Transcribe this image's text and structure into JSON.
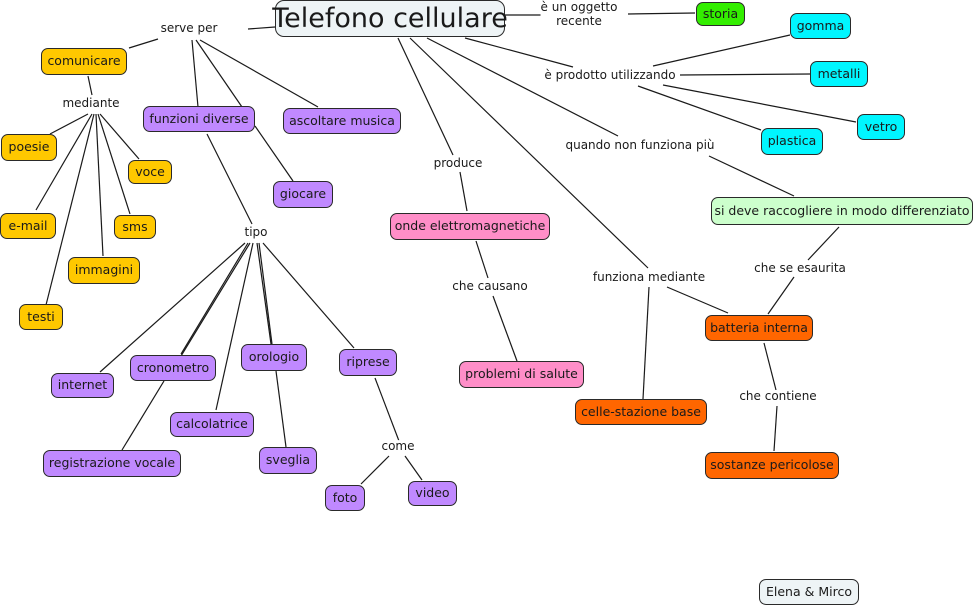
{
  "title": "Telefono cellulare",
  "colors": {
    "root": "#eef4f6",
    "yellow": "#ffc800",
    "purple": "#c089ff",
    "green": "#33ee00",
    "cyan": "#00f6ff",
    "pink": "#ff8ec8",
    "lightgreen": "#ccffcc",
    "orange": "#ff6600"
  },
  "nodes": {
    "root": "Telefono cellulare",
    "storia": "storia",
    "comunicare": "comunicare",
    "poesie": "poesie",
    "voce": "voce",
    "email": "e-mail",
    "sms": "sms",
    "immagini": "immagini",
    "testi": "testi",
    "funzioni_diverse": "funzioni diverse",
    "ascoltare_musica": "ascoltare musica",
    "giocare": "giocare",
    "internet": "internet",
    "cronometro": "cronometro",
    "orologio": "orologio",
    "riprese": "riprese",
    "calcolatrice": "calcolatrice",
    "registrazione_vocale": "registrazione vocale",
    "sveglia": "sveglia",
    "foto": "foto",
    "video": "video",
    "onde": "onde elettromagnetiche",
    "problemi": "problemi di salute",
    "gomma": "gomma",
    "metalli": "metalli",
    "vetro": "vetro",
    "plastica": "plastica",
    "raccogliere": "si deve raccogliere in modo differenziato",
    "batteria": "batteria interna",
    "celle": "celle-stazione base",
    "sostanze": "sostanze pericolose",
    "credit": "Elena & Mirco"
  },
  "links": {
    "serve_per": "serve per",
    "oggetto_recente": "è un oggetto\nrecente",
    "mediante": "mediante",
    "tipo": "tipo",
    "come": "come",
    "produce": "produce",
    "che_causano": "che causano",
    "prodotto_utilizzando": "è prodotto utilizzando",
    "quando_non_funziona": "quando non funziona più",
    "funziona_mediante": "funziona mediante",
    "che_se_esaurita": "che se esaurita",
    "che_contiene": "che contiene"
  }
}
